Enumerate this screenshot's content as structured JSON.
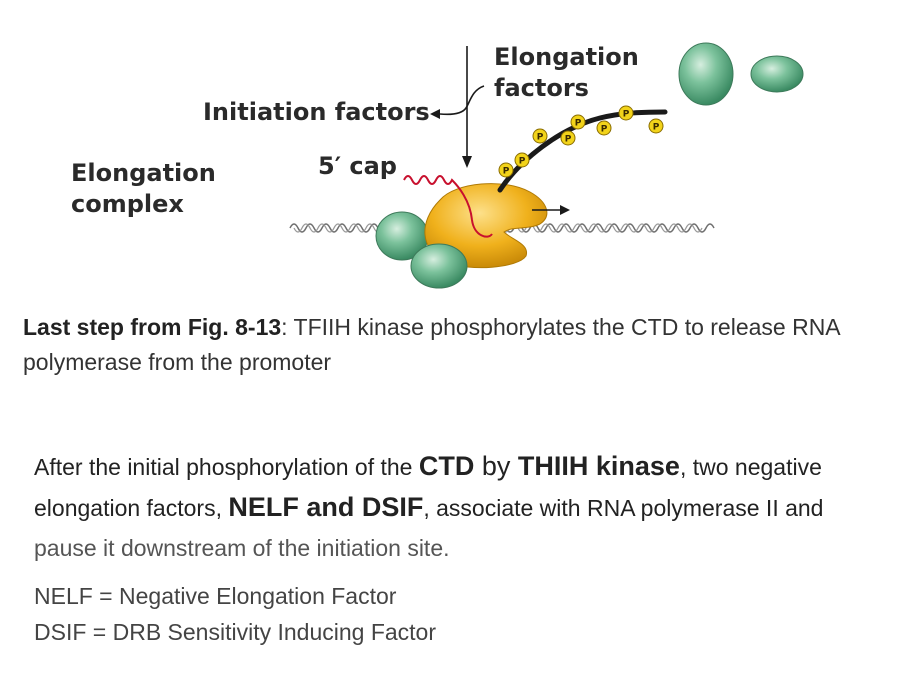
{
  "diagram": {
    "initiation_factors": "Initiation factors",
    "elongation_factors": [
      "Elongation",
      "factors"
    ],
    "five_prime_cap": "5′ cap",
    "elongation_complex": [
      "Elongation",
      "complex"
    ],
    "phosphate_label": "P"
  },
  "caption": {
    "bold": "Last step from Fig. 8-13",
    "text": ": TFIIH kinase phosphorylates the CTD to release RNA polymerase from the promoter"
  },
  "paragraph": {
    "t1": "After the initial phosphorylation of the ",
    "ctd": "CTD",
    "t2": " by ",
    "kinase": "THIIH kinase",
    "t3": ", two negative elongation factors, ",
    "factors": "NELF and DSIF",
    "t4": ", associate with RNA polymerase II and ",
    "t5": "pause it downstream of the initiation site."
  },
  "definitions": [
    "NELF = Negative Elongation Factor",
    "DSIF = DRB Sensitivity Inducing Factor"
  ],
  "colors": {
    "polymerase": "#f0b11c",
    "factor_green": "#5aac84",
    "rna": "#c8102e",
    "phosphate": "#f2d31a"
  }
}
